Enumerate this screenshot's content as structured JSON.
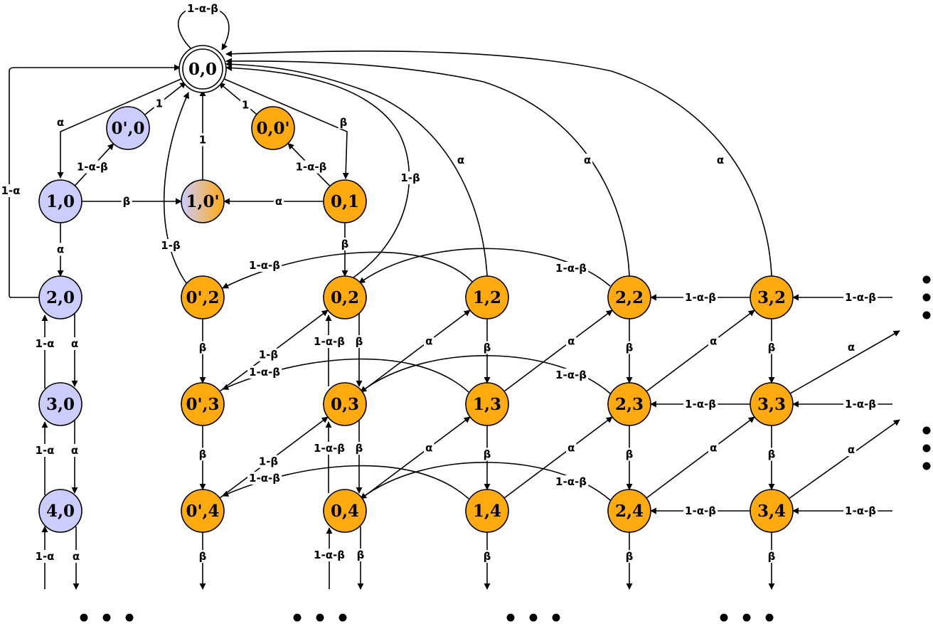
{
  "colors": {
    "purple": "#ccccff",
    "orange": "#ffab10",
    "white": "#ffffff",
    "stroke": "#000000"
  },
  "nodes": [
    {
      "id": "n00",
      "label": "0,0",
      "fill": "white",
      "absorbing": true
    },
    {
      "id": "n0p0",
      "label": "0',0",
      "fill": "purple"
    },
    {
      "id": "n00p",
      "label": "0,0'",
      "fill": "orange"
    },
    {
      "id": "n10",
      "label": "1,0",
      "fill": "purple"
    },
    {
      "id": "n10p",
      "label": "1,0'",
      "fill": "mixed"
    },
    {
      "id": "n01",
      "label": "0,1",
      "fill": "orange"
    },
    {
      "id": "n20",
      "label": "2,0",
      "fill": "purple"
    },
    {
      "id": "n30",
      "label": "3,0",
      "fill": "purple"
    },
    {
      "id": "n40",
      "label": "4,0",
      "fill": "purple"
    },
    {
      "id": "n0p2",
      "label": "0',2",
      "fill": "orange"
    },
    {
      "id": "n0p3",
      "label": "0',3",
      "fill": "orange"
    },
    {
      "id": "n0p4",
      "label": "0',4",
      "fill": "orange"
    },
    {
      "id": "n02",
      "label": "0,2",
      "fill": "orange"
    },
    {
      "id": "n03",
      "label": "0,3",
      "fill": "orange"
    },
    {
      "id": "n04",
      "label": "0,4",
      "fill": "orange"
    },
    {
      "id": "n12",
      "label": "1,2",
      "fill": "orange"
    },
    {
      "id": "n13",
      "label": "1,3",
      "fill": "orange"
    },
    {
      "id": "n14",
      "label": "1,4",
      "fill": "orange"
    },
    {
      "id": "n22",
      "label": "2,2",
      "fill": "orange"
    },
    {
      "id": "n23",
      "label": "2,3",
      "fill": "orange"
    },
    {
      "id": "n24",
      "label": "2,4",
      "fill": "orange"
    },
    {
      "id": "n32",
      "label": "3,2",
      "fill": "orange"
    },
    {
      "id": "n33",
      "label": "3,3",
      "fill": "orange"
    },
    {
      "id": "n34",
      "label": "3,4",
      "fill": "orange"
    }
  ],
  "edge_labels": {
    "self_loop": "1-α-β",
    "alpha": "α",
    "beta": "β",
    "one": "1",
    "one_minus_alpha": "1-α",
    "one_minus_beta": "1-β",
    "one_minus_alpha_beta": "1-α-β"
  },
  "continuation": "• • •"
}
